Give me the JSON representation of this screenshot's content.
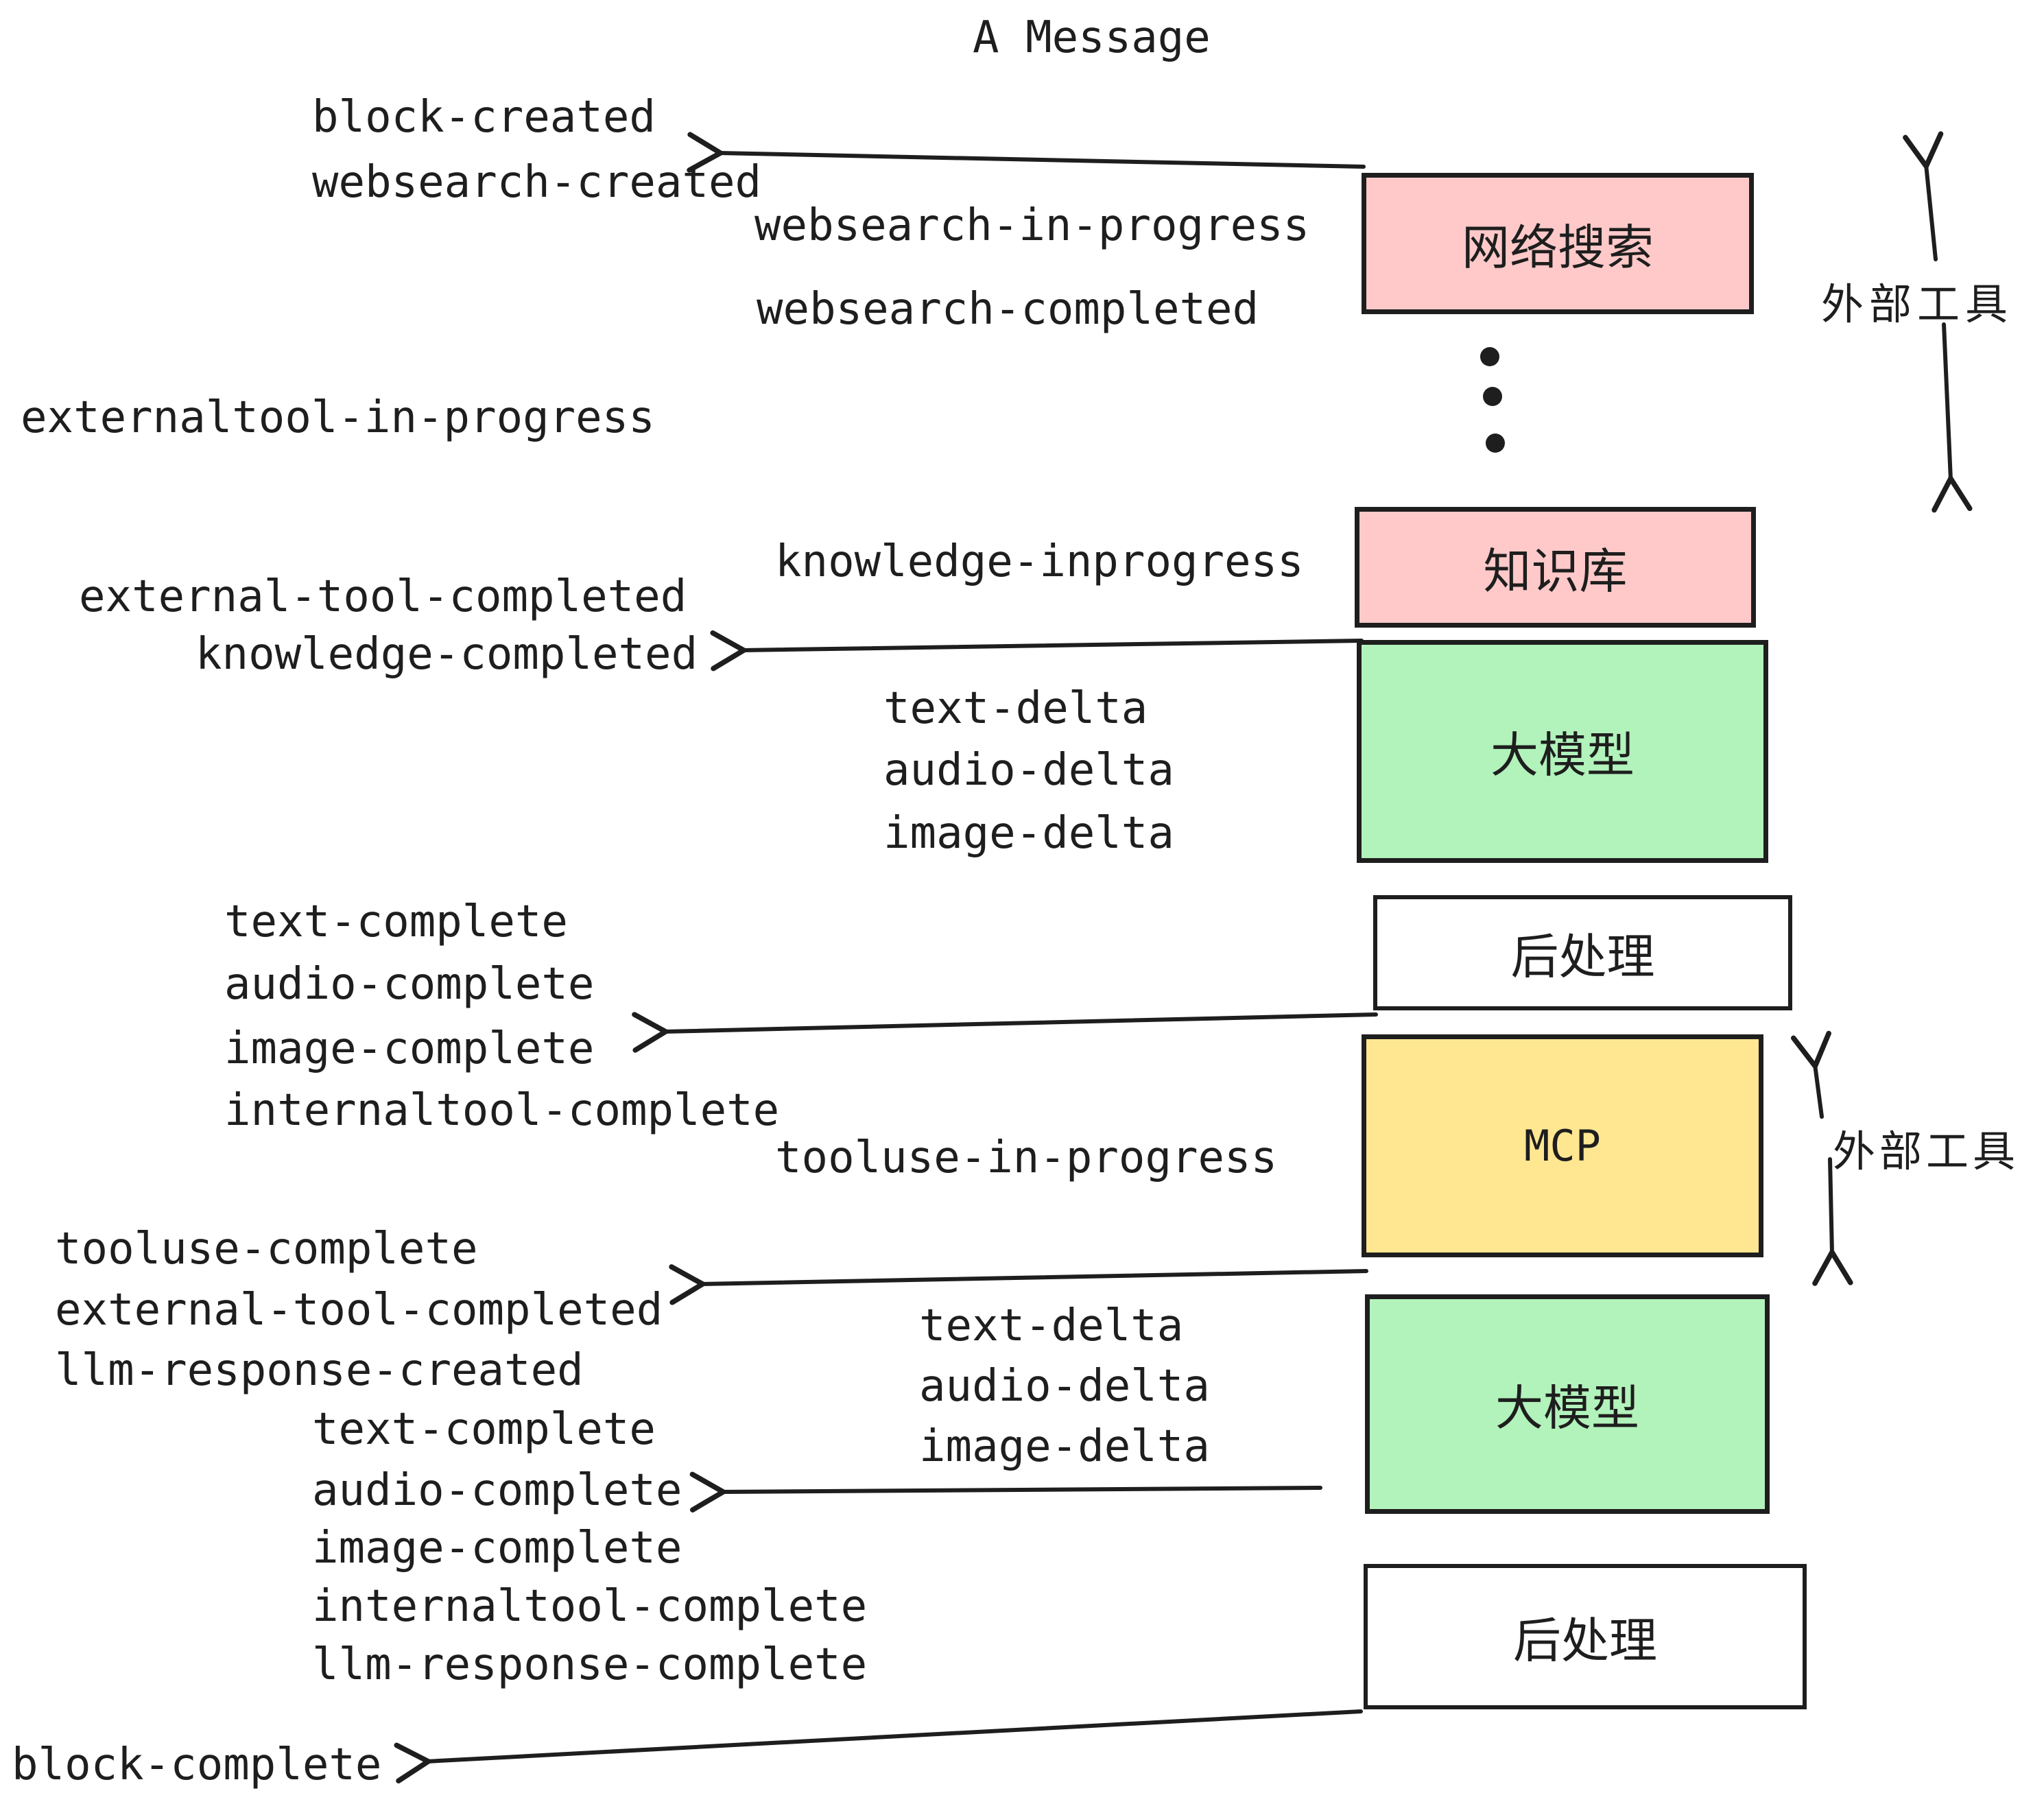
{
  "title": "A Message",
  "colors": {
    "background": "#ffffff",
    "ink": "#1e1e1e",
    "box_pink": "#ffc9c9",
    "box_green": "#b2f2bb",
    "box_yellow": "#ffe792",
    "box_white": "#ffffff"
  },
  "boxes": {
    "websearch": {
      "label": "网络搜索",
      "fill": "#ffc9c9"
    },
    "knowledge": {
      "label": "知识库",
      "fill": "#ffc9c9"
    },
    "llm_1": {
      "label": "大模型",
      "fill": "#b2f2bb"
    },
    "post_1": {
      "label": "后处理",
      "fill": "#ffffff"
    },
    "mcp": {
      "label": "MCP",
      "fill": "#ffe792"
    },
    "llm_2": {
      "label": "大模型",
      "fill": "#b2f2bb"
    },
    "post_2": {
      "label": "后处理",
      "fill": "#ffffff"
    }
  },
  "annotations": {
    "external_tools_1": "外部工具",
    "external_tools_2": "外部工具"
  },
  "events": {
    "block_created": "block-created",
    "websearch_created": "websearch-created",
    "websearch_in_progress": "websearch-in-progress",
    "websearch_completed": "websearch-completed",
    "externaltool_in_progress": "externaltool-in-progress",
    "knowledge_inprogress": "knowledge-inprogress",
    "external_tool_completed_1": "external-tool-completed",
    "knowledge_completed": "knowledge-completed",
    "text_delta_1": "text-delta",
    "audio_delta_1": "audio-delta",
    "image_delta_1": "image-delta",
    "text_complete_1": "text-complete",
    "audio_complete_1": "audio-complete",
    "image_complete_1": "image-complete",
    "internaltool_complete_1": "internaltool-complete",
    "tooluse_in_progress": "tooluse-in-progress",
    "tooluse_complete": "tooluse-complete",
    "external_tool_completed_2": "external-tool-completed",
    "llm_response_created": "llm-response-created",
    "text_complete_2": "text-complete",
    "audio_complete_2": "audio-complete",
    "image_complete_2": "image-complete",
    "internaltool_complete_2": "internaltool-complete",
    "llm_response_complete": "llm-response-complete",
    "block_complete": "block-complete"
  }
}
